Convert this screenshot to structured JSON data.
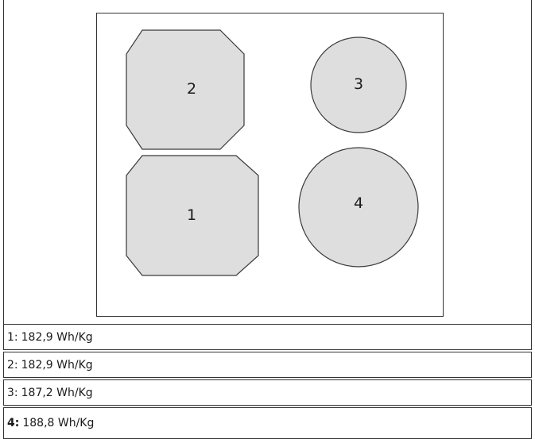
{
  "cooktop": {
    "zones": [
      {
        "id": "1",
        "shape": "octagon"
      },
      {
        "id": "2",
        "shape": "octagon"
      },
      {
        "id": "3",
        "shape": "circle"
      },
      {
        "id": "4",
        "shape": "circle"
      }
    ]
  },
  "legend": {
    "rows": [
      {
        "id": "1:",
        "value": "182,9 Wh/Kg"
      },
      {
        "id": "2:",
        "value": "182,9 Wh/Kg"
      },
      {
        "id": "3:",
        "value": "187,2 Wh/Kg"
      },
      {
        "id": "4:",
        "value": "188,8 Wh/Kg"
      }
    ]
  },
  "colors": {
    "zone_fill": "#dedede",
    "outline": "#333333"
  }
}
